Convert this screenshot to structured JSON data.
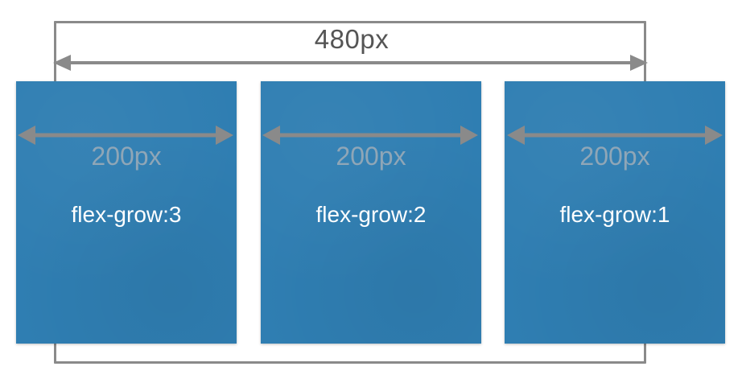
{
  "container": {
    "width_label": "480px"
  },
  "items": [
    {
      "basis_label": "200px",
      "grow_label": "flex-grow:3"
    },
    {
      "basis_label": "200px",
      "grow_label": "flex-grow:2"
    },
    {
      "basis_label": "200px",
      "grow_label": "flex-grow:1"
    }
  ],
  "colors": {
    "item_fill": "#2f7eb2",
    "arrow_gray": "#8a8a8a",
    "label_white": "#ffffff"
  }
}
